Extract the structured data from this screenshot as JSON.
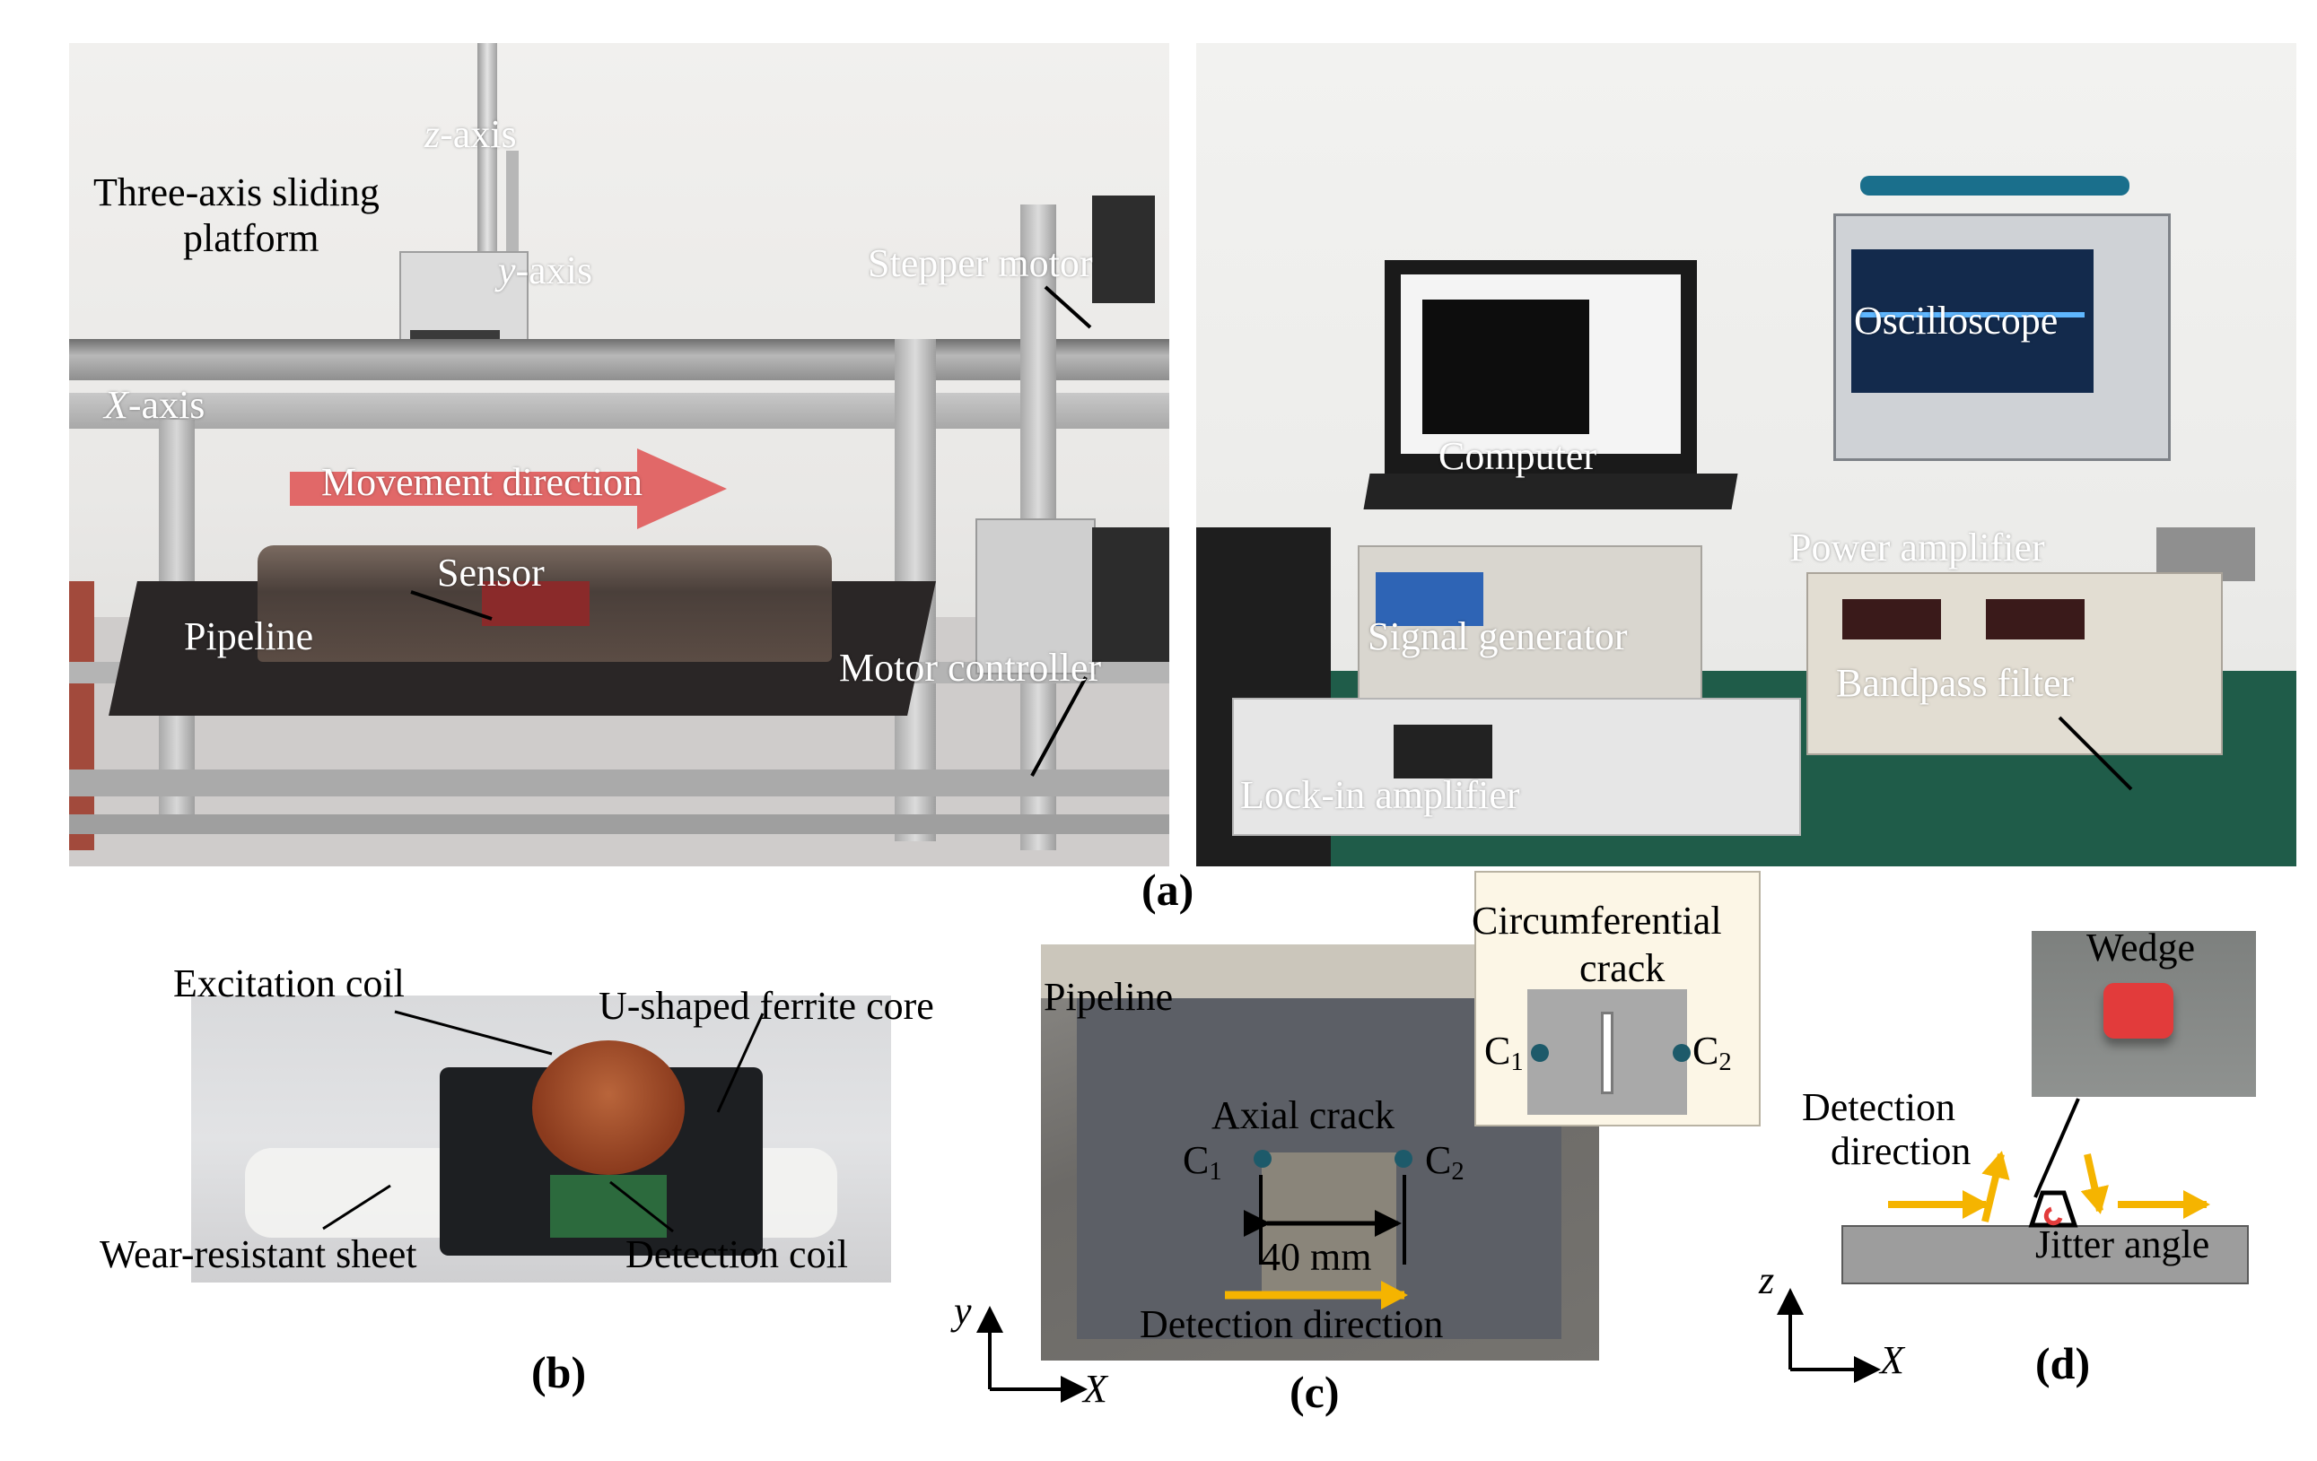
{
  "panel_a": {
    "caption": "(a)",
    "left_photo": {
      "labels": {
        "z_axis_var": "z",
        "z_axis_rest": "-axis",
        "three_axis_line1": "Three-axis sliding",
        "three_axis_line2": "platform",
        "y_axis_var": "y",
        "y_axis_rest": "-axis",
        "stepper_motor": "Stepper motor",
        "x_axis_var": "X",
        "x_axis_rest": "-axis",
        "movement_direction": "Movement direction",
        "sensor": "Sensor",
        "pipeline": "Pipeline",
        "motor_controller": "Motor controller"
      }
    },
    "right_photo": {
      "labels": {
        "oscilloscope": "Oscilloscope",
        "computer": "Computer",
        "power_amplifier": "Power amplifier",
        "signal_generator": "Signal generator",
        "bandpass_filter": "Bandpass filter",
        "lockin_amplifier": "Lock-in amplifier"
      }
    }
  },
  "panel_b": {
    "caption": "(b)",
    "labels": {
      "excitation_coil": "Excitation coil",
      "u_shaped_core": "U-shaped ferrite core",
      "wear_resistant_sheet": "Wear-resistant sheet",
      "detection_coil": "Detection coil"
    }
  },
  "panel_c": {
    "caption": "(c)",
    "labels": {
      "pipeline": "Pipeline",
      "circumferential_line1": "Circumferential",
      "circumferential_line2": "crack",
      "axial_crack": "Axial crack",
      "c_letter": "C",
      "sub_1": "1",
      "sub_2": "2",
      "distance": "40 mm",
      "detection_direction": "Detection direction",
      "axis_y": "y",
      "axis_x": "X"
    }
  },
  "panel_d": {
    "caption": "(d)",
    "labels": {
      "wedge": "Wedge",
      "detection_line1": "Detection",
      "detection_line2": "direction",
      "jitter_angle": "Jitter angle",
      "axis_z": "z",
      "axis_x": "X"
    }
  },
  "colors": {
    "arrow_red": "#e05a5a",
    "arrow_yellow": "#f5b400",
    "dot_teal": "#1d5a6a",
    "wedge_red": "#e23b3b"
  }
}
